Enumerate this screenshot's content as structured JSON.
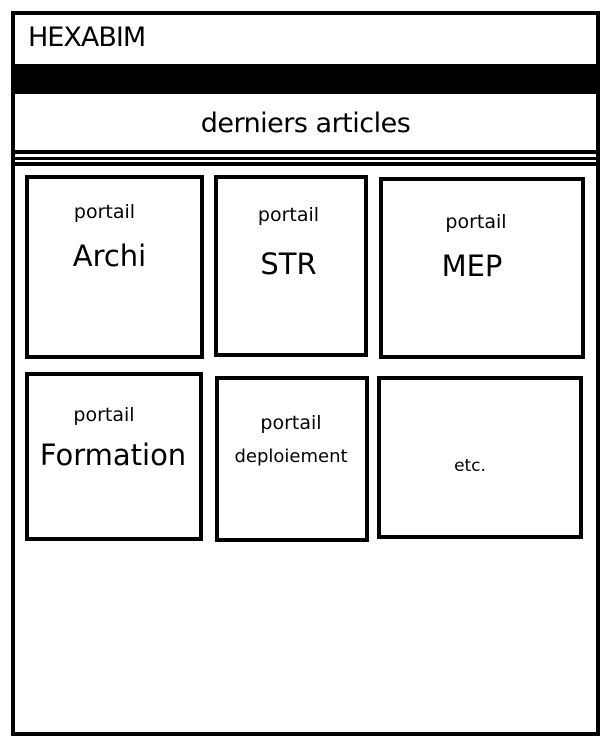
{
  "header": {
    "title": "HEXABIM"
  },
  "section": {
    "title": "derniers articles"
  },
  "portals": [
    {
      "prefix": "portail",
      "name": "Archi"
    },
    {
      "prefix": "portail",
      "name": "STR"
    },
    {
      "prefix": "portail",
      "name": "MEP"
    },
    {
      "prefix": "portail",
      "name": "Formation"
    },
    {
      "prefix": "portail",
      "name": "deploiement"
    },
    {
      "name": "etc."
    }
  ]
}
